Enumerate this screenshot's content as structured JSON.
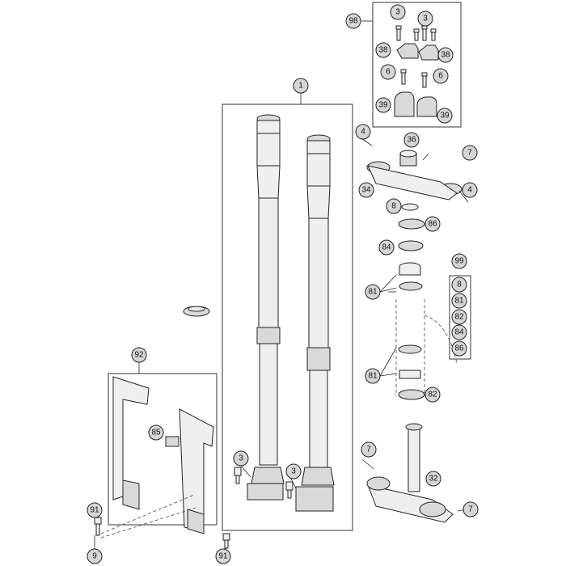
{
  "callouts": {
    "c98": "98",
    "c3a": "3",
    "c3b": "3",
    "c38a": "38",
    "c38b": "38",
    "c6a": "6",
    "c6b": "6",
    "c39a": "39",
    "c39b": "39",
    "c1": "1",
    "c4a": "4",
    "c36": "36",
    "c7a": "7",
    "c34": "34",
    "c4b": "4",
    "c8": "8",
    "c86": "86",
    "c84": "84",
    "c99": "99",
    "c81a": "81",
    "k8": "8",
    "k81": "81",
    "k82": "82",
    "k84": "84",
    "k86": "86",
    "c81b": "81",
    "c82": "82",
    "c92": "92",
    "c85": "85",
    "c3c": "3",
    "c3d": "3",
    "c7b": "7",
    "c32": "32",
    "c7c": "7",
    "c91a": "91",
    "c91b": "91",
    "c9": "9"
  }
}
